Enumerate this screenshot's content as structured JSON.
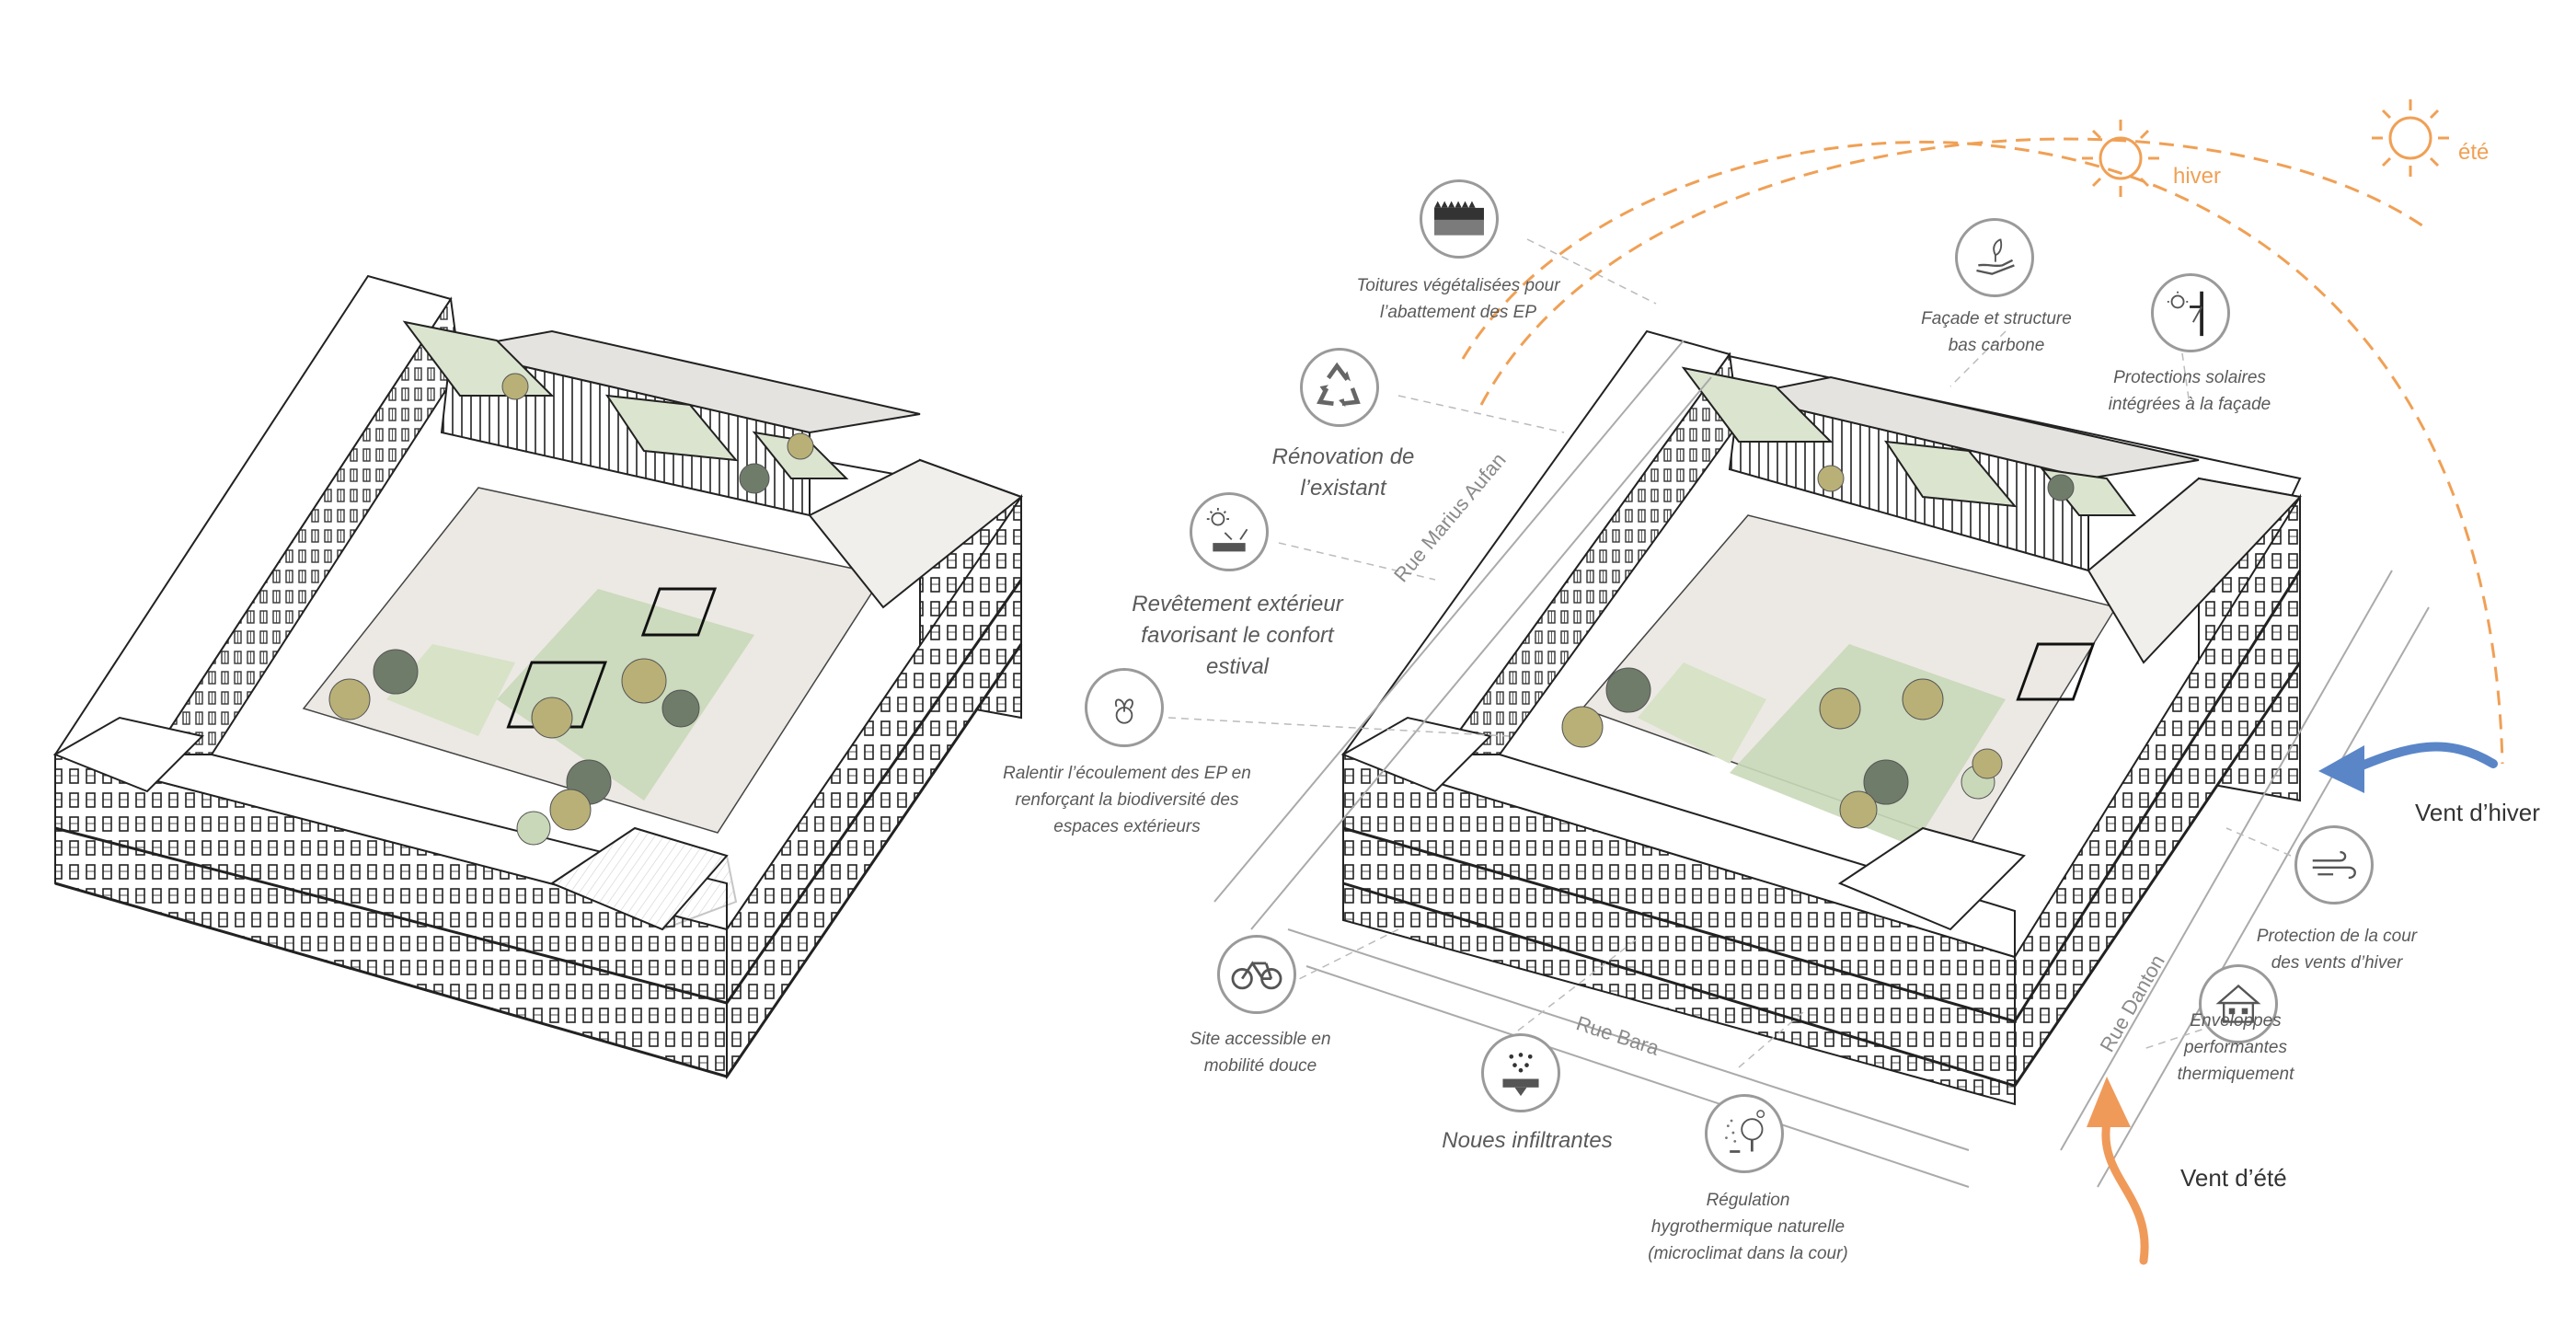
{
  "colors": {
    "sun_orange": "#f0a055",
    "winter_wind_blue": "#5a86c8",
    "summer_wind_orange": "#f09a5a",
    "greenery": "#c9d8b8",
    "tree_olive": "#b9b077",
    "tree_dark": "#6f7c6a",
    "icon_gray": "#9a9a9a"
  },
  "sun": {
    "winter_label": "hiver",
    "summer_label": "été",
    "icon": "sun-icon"
  },
  "winds": {
    "winter_label": "Vent d’hiver",
    "summer_label": "Vent d’été"
  },
  "streets": {
    "west": "Rue Marius Aufan",
    "south": "Rue Bara",
    "east": "Rue Danton"
  },
  "features": {
    "green_roofs": {
      "icon": "green-roof-icon",
      "lines": [
        "Toitures végétalisées pour",
        "l’abattement des EP"
      ]
    },
    "renovation": {
      "icon": "recycle-icon",
      "lines": [
        "Rénovation de",
        "l’existant"
      ]
    },
    "coating": {
      "icon": "sun-reflection-icon",
      "lines": [
        "Revêtement extérieur",
        "favorisant le confort",
        "estival"
      ]
    },
    "runoff": {
      "icon": "seedling-drop-icon",
      "lines": [
        "Ralentir l’écoulement des EP en",
        "renforçant la biodiversité des",
        "espaces extérieurs"
      ]
    },
    "mobility": {
      "icon": "bicycle-icon",
      "lines": [
        "Site accessible en",
        "mobilité douce"
      ]
    },
    "swales": {
      "icon": "rain-infiltration-icon",
      "lines": [
        "Noues infiltrantes"
      ]
    },
    "hygro": {
      "icon": "tree-mist-icon",
      "lines": [
        "Régulation",
        "hygrothermique naturelle",
        "(microclimat dans la cour)"
      ]
    },
    "low_carbon": {
      "icon": "hand-leaf-icon",
      "lines": [
        "Façade et structure",
        "bas carbone"
      ]
    },
    "solar": {
      "icon": "solar-shading-icon",
      "lines": [
        "Protections solaires",
        "intégrées à la façade"
      ]
    },
    "wind_protect": {
      "icon": "wind-icon",
      "lines": [
        "Protection de la cour",
        "des vents d’hiver"
      ]
    },
    "envelope": {
      "icon": "house-icon",
      "lines": [
        "Enveloppes",
        "performantes",
        "thermiquement"
      ]
    }
  }
}
